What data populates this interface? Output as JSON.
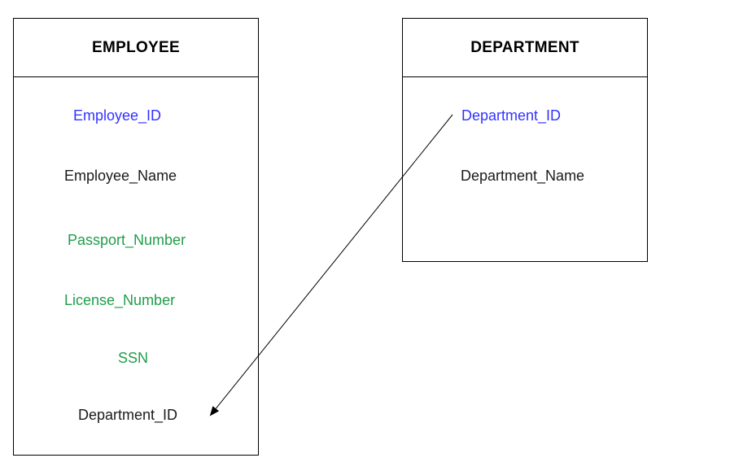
{
  "employee": {
    "title": "EMPLOYEE",
    "attributes": [
      {
        "label": "Employee_ID",
        "kind": "primary-key",
        "color": "#3333ff"
      },
      {
        "label": "Employee_Name",
        "kind": "plain",
        "color": "#1a1a1a"
      },
      {
        "label": "Passport_Number",
        "kind": "alternate-key",
        "color": "#1f9e4a"
      },
      {
        "label": "License_Number",
        "kind": "alternate-key",
        "color": "#1f9e4a"
      },
      {
        "label": "SSN",
        "kind": "alternate-key",
        "color": "#1f9e4a"
      },
      {
        "label": "Department_ID",
        "kind": "plain",
        "color": "#1a1a1a"
      }
    ]
  },
  "department": {
    "title": "DEPARTMENT",
    "attributes": [
      {
        "label": "Department_ID",
        "kind": "primary-key",
        "color": "#3333ff"
      },
      {
        "label": "Department_Name",
        "kind": "plain",
        "color": "#1a1a1a"
      }
    ]
  },
  "relationship": {
    "from": "department.Department_ID",
    "to": "employee.Department_ID",
    "style": "arrow"
  }
}
